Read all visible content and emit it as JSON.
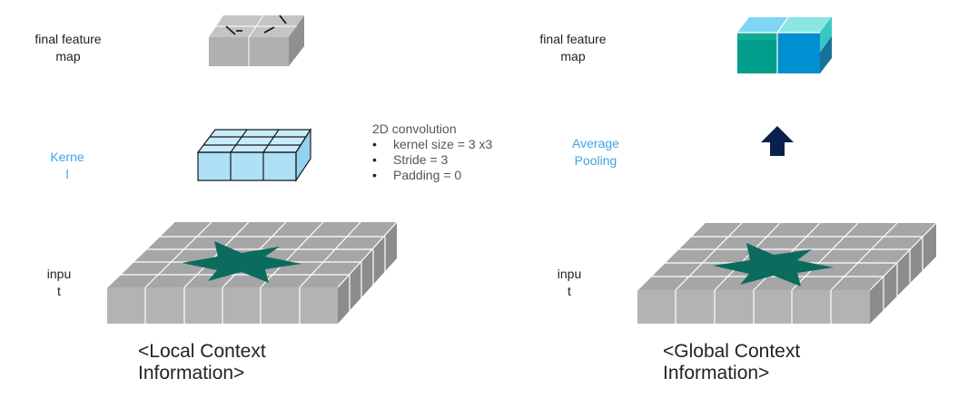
{
  "left_panel": {
    "feature_label": "final feature\nmap",
    "kernel_label": "Kerne\nl",
    "input_label": "inpu\nt",
    "caption": "<Local Context\nInformation>"
  },
  "conv_info": {
    "title": "2D convolution",
    "items": [
      "kernel size = 3 x3",
      "Stride = 3",
      "Padding = 0"
    ]
  },
  "right_panel": {
    "feature_label": "final feature\nmap",
    "pooling_label": "Average\nPooling",
    "input_label": "inpu\nt",
    "caption": "<Global Context\nInformation>"
  },
  "colors": {
    "grid_top": "#a6a6a6",
    "grid_front": "#b3b3b3",
    "grid_side": "#8c8c8c",
    "grid_line": "#ffffff",
    "star": "#0b6b5e",
    "kernel_top": "#c8ecfb",
    "kernel_front": "#aee0f6",
    "kernel_side": "#93d2ee",
    "kernel_line": "#1a1a1a",
    "feat_gray": "#b0b0b0",
    "arrow": "#0b1f4d",
    "label_blue": "#3da3e6",
    "feat_teal": "#009e8a",
    "feat_blue": "#008fd1"
  }
}
